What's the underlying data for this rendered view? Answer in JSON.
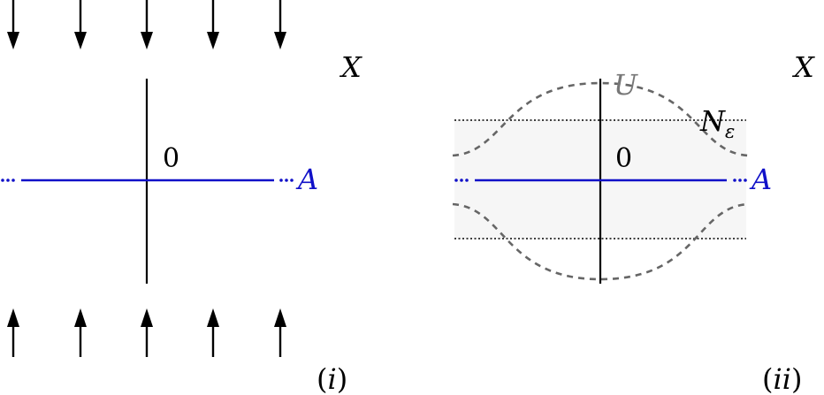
{
  "panels": [
    {
      "id": "i",
      "space_label": "X",
      "origin_label": "0",
      "set_label": "A",
      "panel_label_open": "(",
      "panel_label_var": "i",
      "panel_label_close": ")"
    },
    {
      "id": "ii",
      "space_label": "X",
      "origin_label": "0",
      "set_label": "A",
      "neighborhood_label_base": "N",
      "neighborhood_label_sub": "ε",
      "open_set_label": "U",
      "panel_label_open": "(",
      "panel_label_var": "ii",
      "panel_label_close": ")"
    }
  ],
  "colors": {
    "axis": "#000000",
    "set_line": "#1010c8",
    "dashed_curve": "#666666",
    "band_fill": "#f6f6f6",
    "band_border": "#000000",
    "open_set_label": "#777777"
  }
}
